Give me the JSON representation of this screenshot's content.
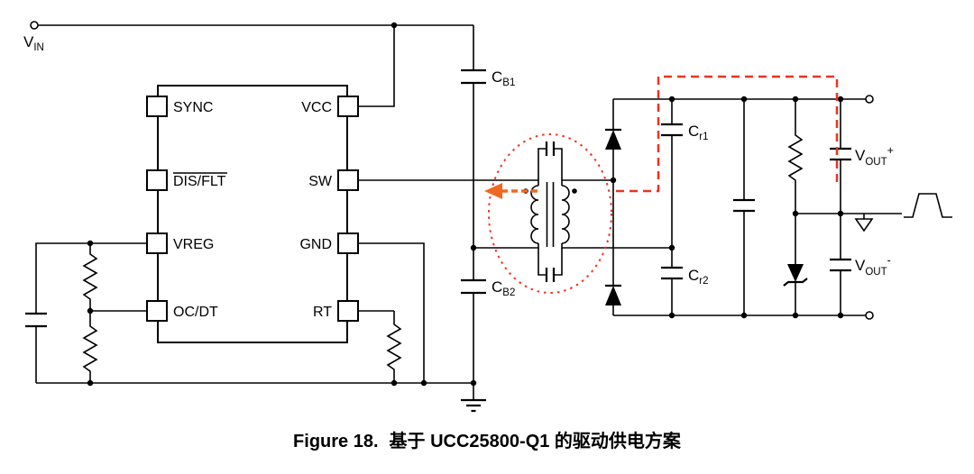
{
  "figure": {
    "caption_label": "Figure 18.",
    "caption_title": "基于 UCC25800-Q1 的驱动供电方案"
  },
  "ic": {
    "pins_left": [
      {
        "label": "SYNC"
      },
      {
        "label": "DIS/FLT"
      },
      {
        "label": "VREG"
      },
      {
        "label": "OC/DT"
      }
    ],
    "pins_right": [
      {
        "label": "VCC"
      },
      {
        "label": "SW"
      },
      {
        "label": "GND"
      },
      {
        "label": "RT"
      }
    ]
  },
  "labels": {
    "vin": {
      "base": "V",
      "sub": "IN"
    },
    "cb1": {
      "base": "C",
      "sub": "B1"
    },
    "cb2": {
      "base": "C",
      "sub": "B2"
    },
    "cr1": {
      "base": "C",
      "sub": "r1"
    },
    "cr2": {
      "base": "C",
      "sub": "r2"
    },
    "vout_plus": {
      "base": "V",
      "sub": "OUT",
      "sign": "+"
    },
    "vout_minus": {
      "base": "V",
      "sub": "OUT",
      "sign": "-"
    }
  },
  "colors": {
    "wire": "#000000",
    "annotation_red": "#ec3323",
    "annotation_orange": "#f26822"
  }
}
